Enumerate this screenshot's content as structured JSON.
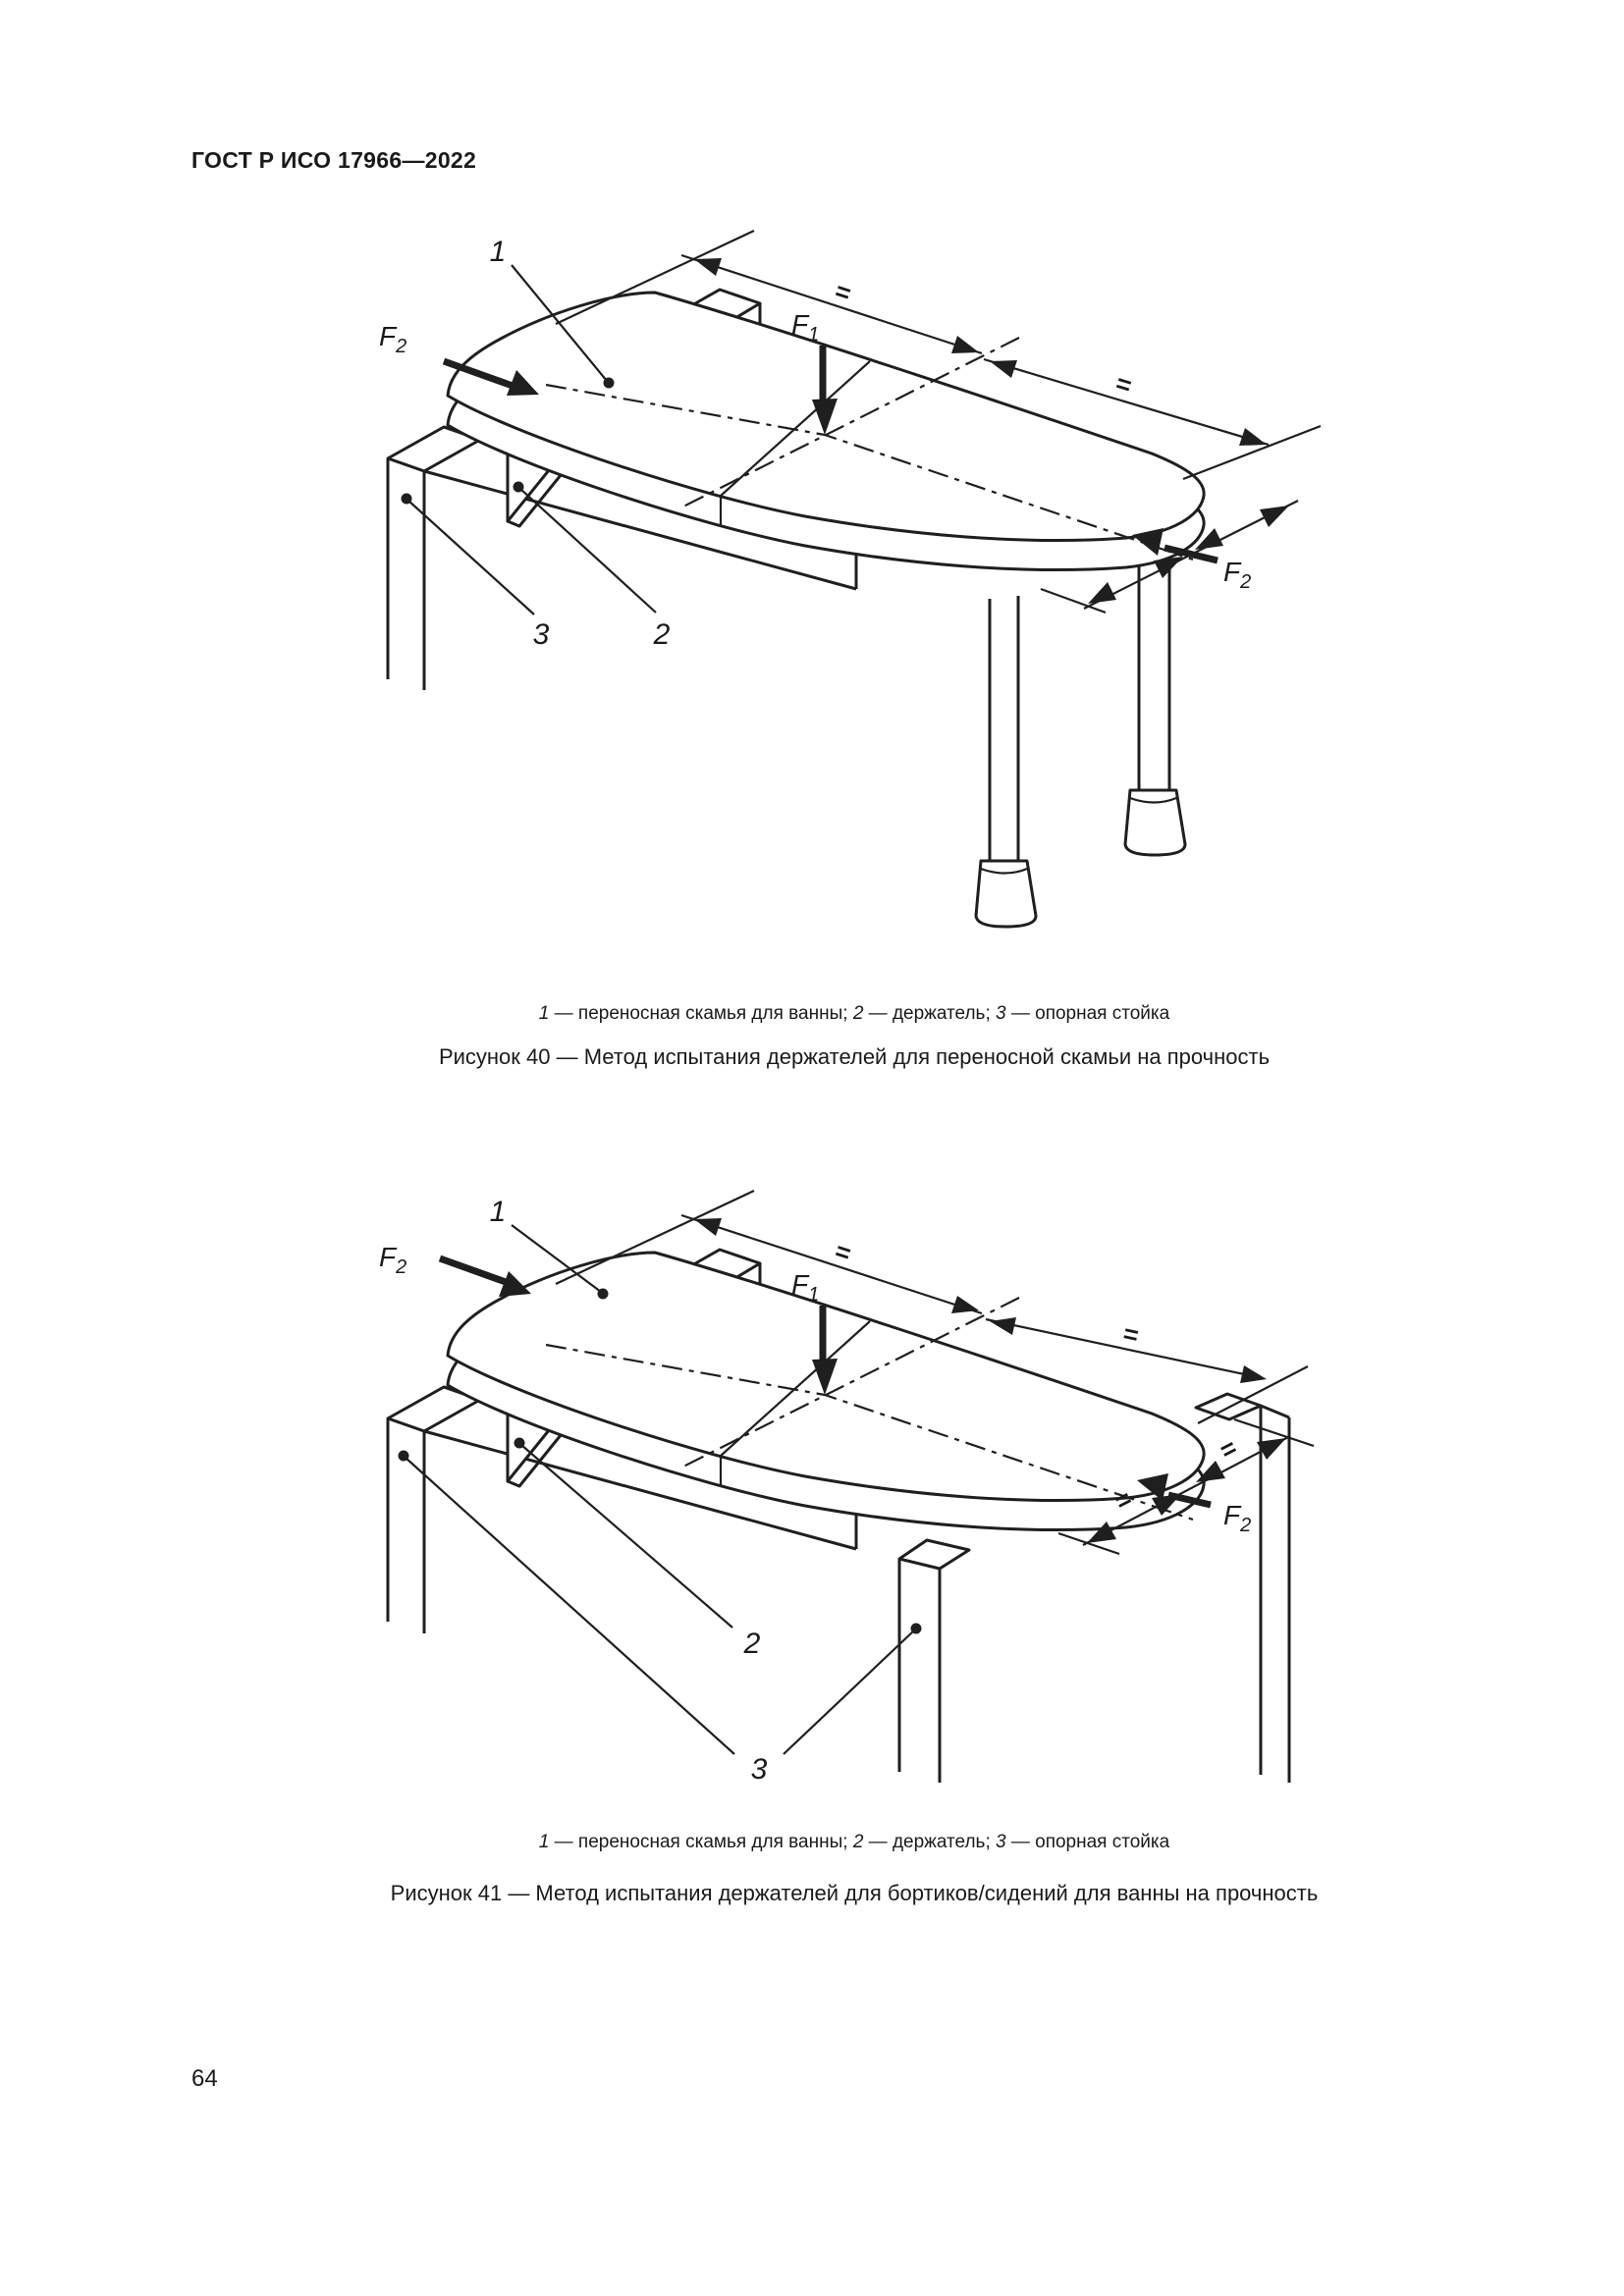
{
  "page": {
    "header": "ГОСТ Р ИСО 17966—2022",
    "number": "64"
  },
  "caption_shared": {
    "n1": "1",
    "t1": " — переносная скамья для ванны; ",
    "n2": "2",
    "t2": " — держатель; ",
    "n3": "3",
    "t3": " — опорная стойка"
  },
  "fig40": {
    "labels": {
      "n1": "1",
      "n2": "2",
      "n3": "3"
    },
    "forces": {
      "f": "F",
      "sub1": "1",
      "sub2": "2"
    },
    "eq": "=",
    "title": "Рисунок 40 — Метод испытания держателей для переносной скамьи на прочность"
  },
  "fig41": {
    "labels": {
      "n1": "1",
      "n2": "2",
      "n3": "3"
    },
    "forces": {
      "f": "F",
      "sub1": "1",
      "sub2": "2"
    },
    "eq": "=",
    "title": "Рисунок 41 — Метод испытания держателей для бортиков/сидений для ванны на прочность"
  }
}
